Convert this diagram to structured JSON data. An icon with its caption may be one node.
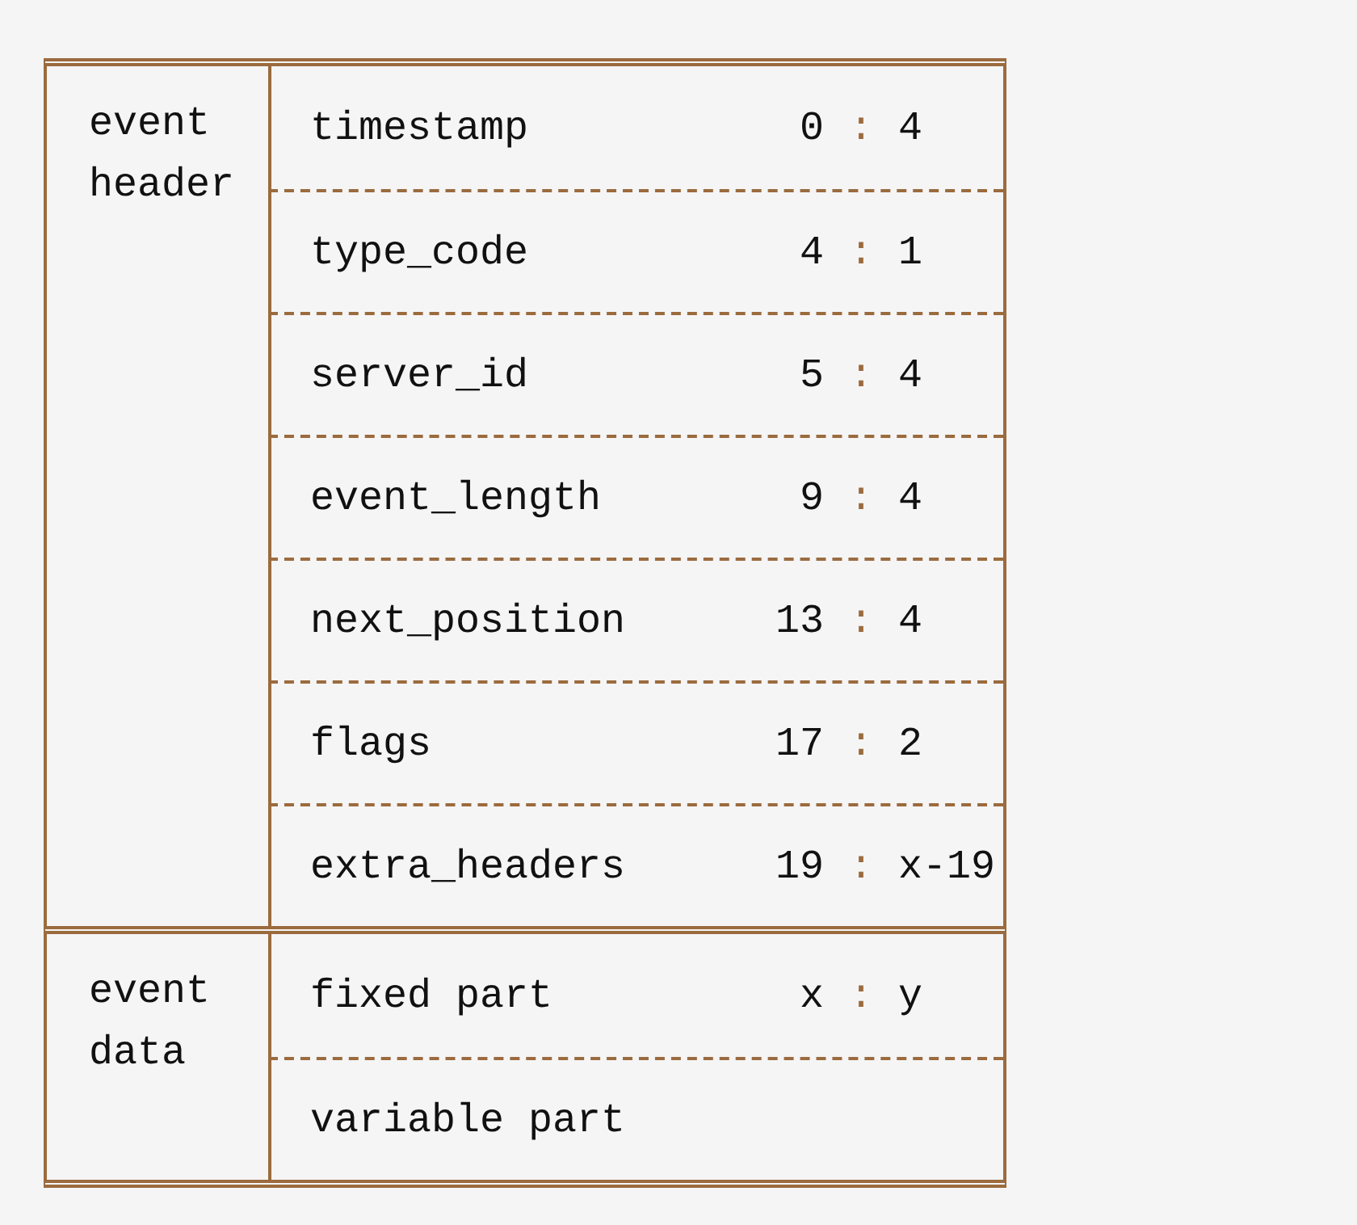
{
  "diagram": {
    "nodes": [
      {
        "text": [
          "event header"
        ]
      },
      {
        "text": [
          "timestamp",
          "0",
          ":",
          "4"
        ],
        "in": 0
      },
      {
        "text": [
          "type_code",
          "4",
          ":",
          "1"
        ],
        "in": 0
      },
      {
        "text": [
          "server_id",
          "5",
          ":",
          "4"
        ],
        "in": 0
      },
      {
        "text": [
          "event_length",
          "9",
          ":",
          "4"
        ],
        "in": 0
      },
      {
        "text": [
          "next_position",
          "13",
          ":",
          "4"
        ],
        "in": 0
      },
      {
        "text": [
          "flags",
          "17",
          ":",
          "2"
        ],
        "in": 0
      },
      {
        "text": [
          "extra_headers",
          "19",
          ":",
          "x-19"
        ],
        "in": 0
      },
      {
        "text": [
          "event data"
        ]
      },
      {
        "text": [
          "fixed part",
          "x",
          ":",
          "y"
        ],
        "in": 8
      },
      {
        "text": [
          "variable part"
        ],
        "in": 8
      }
    ]
  }
}
